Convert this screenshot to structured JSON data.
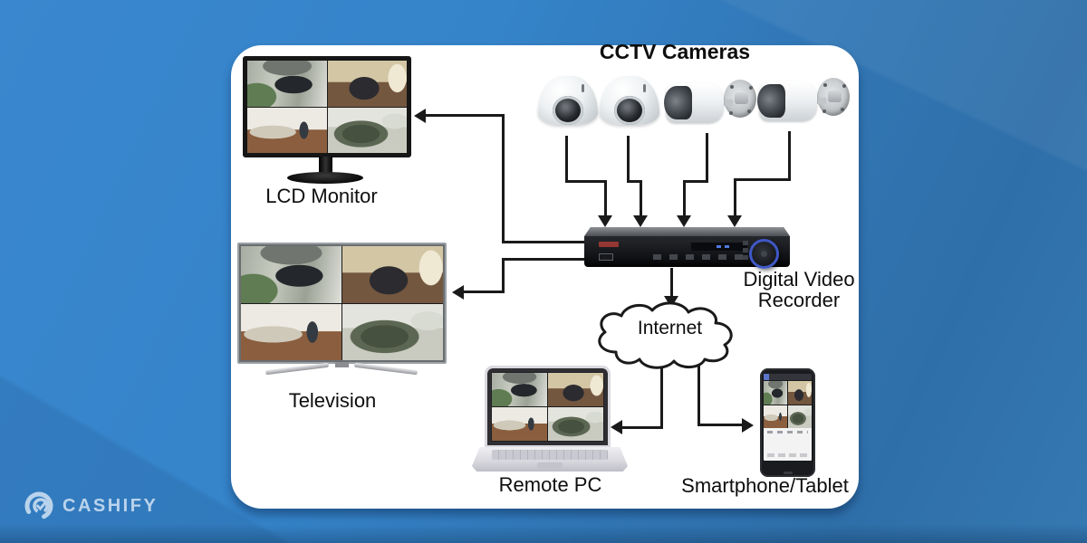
{
  "diagram": {
    "title": "CCTV Cameras",
    "labels": {
      "lcd_monitor": "LCD Monitor",
      "television": "Television",
      "dvr": "Digital Video Recorder",
      "internet": "Internet",
      "remote_pc": "Remote PC",
      "smartphone": "Smartphone/Tablet"
    },
    "devices": {
      "camera_count": 4,
      "dome_cameras": 2,
      "bullet_cameras": 2,
      "screen_layout": "2x2 quad camera view"
    },
    "connections": [
      {
        "from": "dome-camera-1",
        "to": "dvr"
      },
      {
        "from": "dome-camera-2",
        "to": "dvr"
      },
      {
        "from": "bullet-camera-1",
        "to": "dvr"
      },
      {
        "from": "bullet-camera-2",
        "to": "dvr"
      },
      {
        "from": "dvr",
        "to": "lcd-monitor"
      },
      {
        "from": "dvr",
        "to": "television"
      },
      {
        "from": "dvr",
        "to": "internet"
      },
      {
        "from": "internet",
        "to": "remote-pc"
      },
      {
        "from": "internet",
        "to": "smartphone-tablet"
      }
    ]
  },
  "branding": {
    "logo_text": "CASHIFY"
  },
  "colors": {
    "background": "#3583c9",
    "card": "#ffffff",
    "connector": "#1a1a1a",
    "dvr_dial_ring": "#3f58c6",
    "logo": "#c6dbf0",
    "label_text": "#0e0e0e"
  }
}
